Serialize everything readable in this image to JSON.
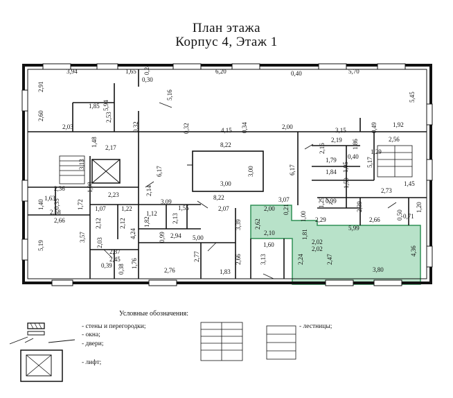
{
  "header": {
    "title": "План этажа",
    "subtitle": "Корпус 4, Этаж 1"
  },
  "highlight_color": "#b8e2c9",
  "plan_dimensions": {
    "d_3_94": "3,94",
    "d_1_65": "1,65",
    "d_0_24": "0,24",
    "d_0_30": "0,30",
    "d_6_20": "6,20",
    "d_0_40a": "0,40",
    "d_5_70": "5,70",
    "d_2_91": "2,91",
    "d_5_45": "5,45",
    "d_1_85a": "1,85",
    "d_5_94": "5,94",
    "d_5_16": "5,16",
    "d_2_60": "2,60",
    "d_2_03a": "2,03",
    "d_2_53": "2,53",
    "d_0_32a": "0,32",
    "d_0_32b": "0,32",
    "d_4_15": "4,15",
    "d_0_34": "0,34",
    "d_2_00a": "2,00",
    "d_3_15": "3,15",
    "d_0_49": "0,49",
    "d_1_92": "1,92",
    "d_1_48": "1,48",
    "d_2_17": "2,17",
    "d_8_22a": "8,22",
    "d_2_19": "2,19",
    "d_1_86": "1,86",
    "d_2_56": "2,56",
    "d_2_16": "2,16",
    "d_1_79": "1,79",
    "d_0_40b": "0,40",
    "d_1_29": "1,29",
    "d_3_13": "3,13",
    "d_6_17a": "6,17",
    "d_3_00a": "3,00",
    "d_6_17b": "6,17",
    "d_1_84": "1,84",
    "d_1_05": "1,05",
    "d_5_17": "5,17",
    "d_2_36": "2,36",
    "d_1_98": "1,98",
    "d_1_59": "1,59",
    "d_1_45": "1,45",
    "d_3_00b": "3,00",
    "d_2_23": "2,23",
    "d_2_14": "2,14",
    "d_2_73": "2,73",
    "d_1_63": "1,63",
    "d_8_22b": "8,22",
    "d_1_40": "1,40",
    "d_0_35": "0,35",
    "d_1_72": "1,72",
    "d_3_09": "3,09",
    "d_3_07": "3,07",
    "d_1_29b": "1,29",
    "d_2_58": "2,58",
    "d_1_07": "1,07",
    "d_1_22": "1,22",
    "d_1_55": "1,55",
    "d_2_07": "2,07",
    "d_2_00b": "2,00",
    "d_0_21": "0,21",
    "d_0_99a": "0,99",
    "d_1_20": "1,20",
    "d_2_66a": "2,66",
    "d_1_12": "1,12",
    "d_2_12a": "2,12",
    "d_2_12b": "2,12",
    "d_1_82": "1,82",
    "d_2_13": "2,13",
    "d_3_39": "3,39",
    "d_2_62": "2,62",
    "d_1_00": "1,00",
    "d_2_29": "2,29",
    "d_2_39": "2,39",
    "d_0_50": "0,50",
    "d_0_71": "0,71",
    "d_2_66b": "2,66",
    "d_5_99": "5,99",
    "d_4_24": "4,24",
    "d_2_94": "2,94",
    "d_5_00": "5,00",
    "d_2_10": "2,10",
    "d_1_81": "1,81",
    "d_5_19": "5,19",
    "d_3_57": "3,57",
    "d_2_03b": "2,03",
    "d_0_99b": "0,99",
    "d_1_60": "1,60",
    "d_2_02a": "2,02",
    "d_2_02b": "2,02",
    "d_4_36": "4,36",
    "d_2_37": "2,37",
    "d_2_45": "2,45",
    "d_2_77": "2,77",
    "d_2_66c": "2,66",
    "d_3_13b": "3,13",
    "d_2_24": "2,24",
    "d_2_47": "2,47",
    "d_1_76": "1,76",
    "d_0_39": "0,39",
    "d_0_38": "0,38",
    "d_2_76": "2,76",
    "d_1_83": "1,83",
    "d_3_80": "3,80"
  },
  "legend": {
    "title": "Условные обозначения:",
    "walls": "- стены и перегородки;",
    "windows": "- окна;",
    "doors": "- двери;",
    "lift": "- лифт;",
    "stairs": "- лестницы;"
  }
}
